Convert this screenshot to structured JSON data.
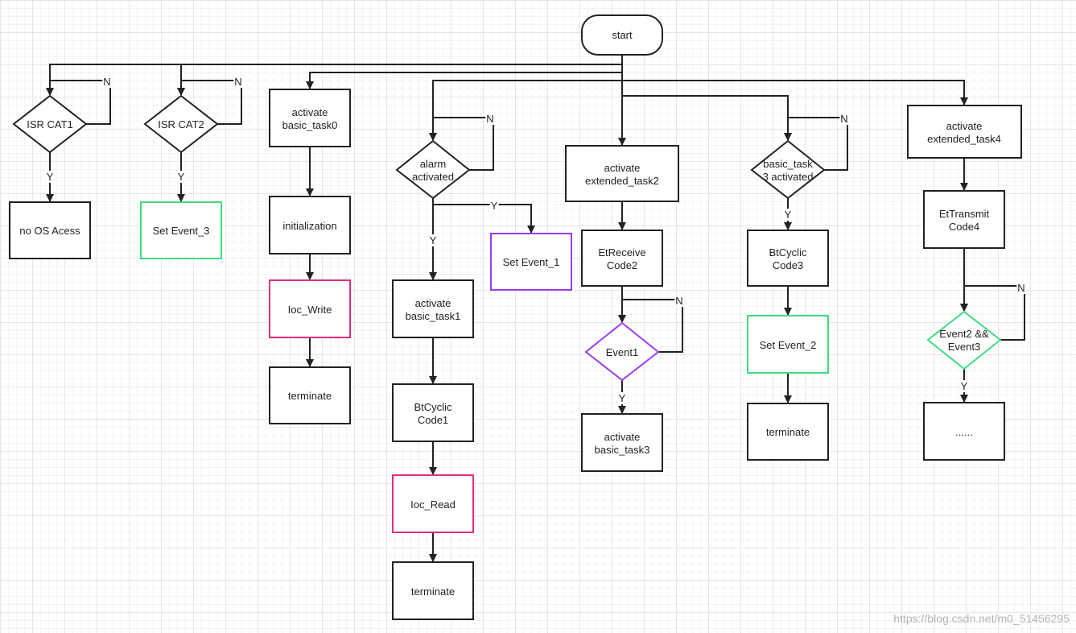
{
  "nodes": {
    "start": {
      "lines": [
        "start"
      ]
    },
    "isr1": {
      "lines": [
        "ISR CAT1"
      ]
    },
    "isr2": {
      "lines": [
        "ISR CAT2"
      ]
    },
    "noos": {
      "lines": [
        "no OS Acess"
      ]
    },
    "setev3": {
      "lines": [
        "Set Event_3"
      ],
      "color": "#3ddc84"
    },
    "actbt0": {
      "lines": [
        "activate",
        "basic_task0"
      ]
    },
    "init": {
      "lines": [
        "initialization"
      ]
    },
    "iocw": {
      "lines": [
        "Ioc_Write"
      ],
      "color": "#e0307a"
    },
    "term0": {
      "lines": [
        "terminate"
      ]
    },
    "alarm": {
      "lines": [
        "alarm",
        "activated"
      ]
    },
    "setev1": {
      "lines": [
        "Set Event_1"
      ],
      "color": "#9b3bea"
    },
    "actbt1": {
      "lines": [
        "activate",
        "basic_task1"
      ]
    },
    "btc1": {
      "lines": [
        "BtCyclic",
        "Code1"
      ]
    },
    "iocr": {
      "lines": [
        "Ioc_Read"
      ],
      "color": "#e0307a"
    },
    "term1": {
      "lines": [
        "terminate"
      ]
    },
    "actet2": {
      "lines": [
        "activate",
        "extended_task2"
      ]
    },
    "etr2": {
      "lines": [
        "EtReceive",
        "Code2"
      ]
    },
    "ev1": {
      "lines": [
        "Event1"
      ],
      "color": "#9b3bea"
    },
    "actbt3": {
      "lines": [
        "activate",
        "basic_task3"
      ]
    },
    "bt3act": {
      "lines": [
        "basic_task",
        "3 activated"
      ]
    },
    "btc3": {
      "lines": [
        "BtCyclic",
        "Code3"
      ]
    },
    "setev2": {
      "lines": [
        "Set Event_2"
      ],
      "color": "#3ddc84"
    },
    "term3": {
      "lines": [
        "terminate"
      ]
    },
    "actet4": {
      "lines": [
        "activate",
        "extended_task4"
      ]
    },
    "ett4": {
      "lines": [
        "EtTransmit",
        "Code4"
      ]
    },
    "ev23": {
      "lines": [
        "Event2 &&",
        "Event3"
      ],
      "color": "#3ddc84"
    },
    "dots": {
      "lines": [
        "......"
      ]
    }
  },
  "labels": {
    "yes": "Y",
    "no": "N"
  },
  "watermark": "https://blog.csdn.net/m0_51456295"
}
